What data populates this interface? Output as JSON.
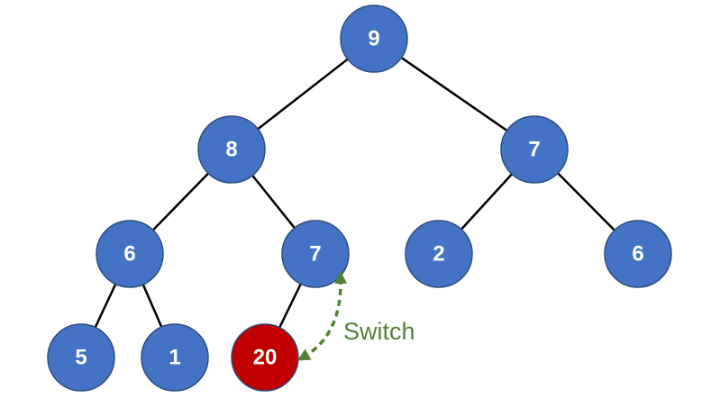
{
  "colors": {
    "node_fill": "#4472c4",
    "node_stroke": "#2f4f7f",
    "highlight_fill": "#c00000",
    "highlight_stroke": "#8b0000",
    "edge": "#000000",
    "switch": "#548235"
  },
  "nodes": [
    {
      "id": "n0",
      "label": "9"
    },
    {
      "id": "n1",
      "label": "8"
    },
    {
      "id": "n2",
      "label": "7"
    },
    {
      "id": "n3",
      "label": "6"
    },
    {
      "id": "n4",
      "label": "7"
    },
    {
      "id": "n5",
      "label": "2"
    },
    {
      "id": "n6",
      "label": "6"
    },
    {
      "id": "n7",
      "label": "5"
    },
    {
      "id": "n8",
      "label": "1"
    },
    {
      "id": "n9",
      "label": "20",
      "highlight": true
    }
  ],
  "edges": [
    [
      "n0",
      "n1"
    ],
    [
      "n0",
      "n2"
    ],
    [
      "n1",
      "n3"
    ],
    [
      "n1",
      "n4"
    ],
    [
      "n2",
      "n5"
    ],
    [
      "n2",
      "n6"
    ],
    [
      "n3",
      "n7"
    ],
    [
      "n3",
      "n8"
    ],
    [
      "n4",
      "n9"
    ]
  ],
  "swap": {
    "from": "n9",
    "to": "n4",
    "label": "Switch"
  }
}
